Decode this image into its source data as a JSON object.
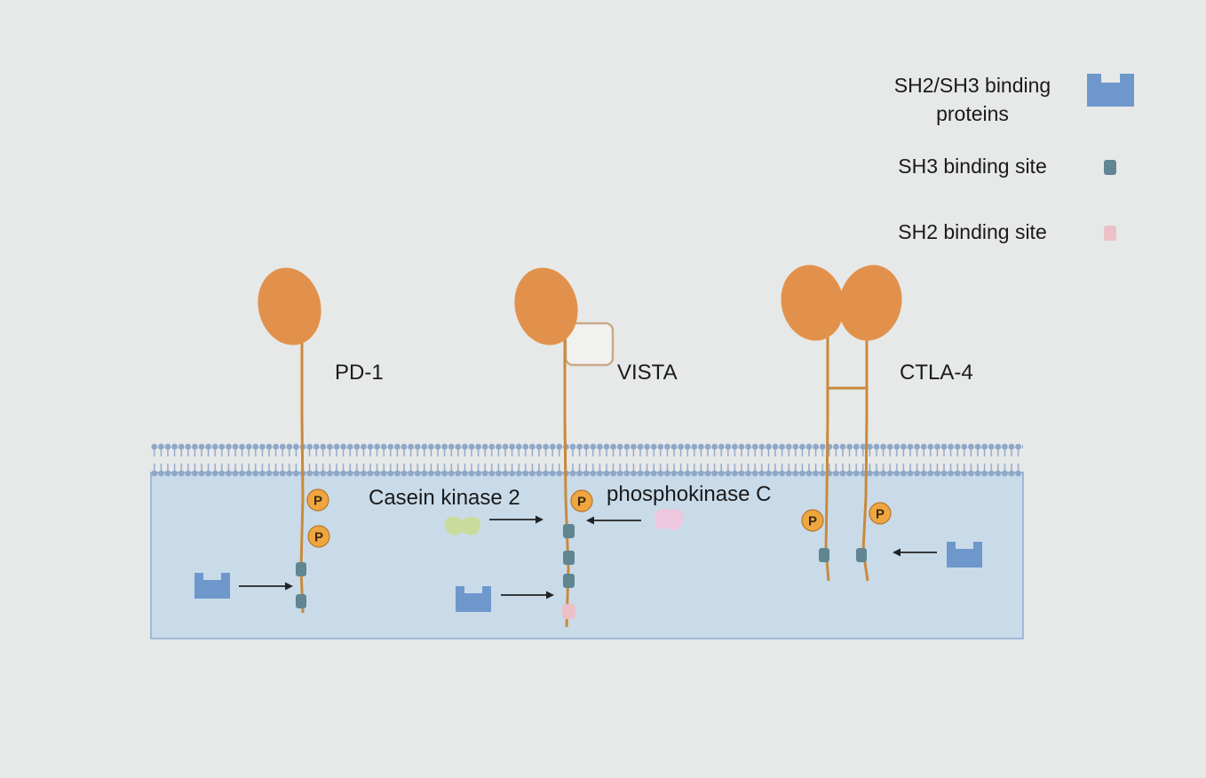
{
  "legend": {
    "binding_proteins": "SH2/SH3 binding\nproteins",
    "sh3_site": "SH3 binding site",
    "sh2_site": "SH2 binding site"
  },
  "receptors": {
    "pd1": "PD-1",
    "vista": "VISTA",
    "ctla4": "CTLA-4"
  },
  "kinases": {
    "casein_kinase": "Casein kinase 2",
    "phosphokinase": "phosphokinase C"
  },
  "phospho_label": "P",
  "colors": {
    "background": "#e6e9e8",
    "cytoplasm": "#c9dbe9",
    "membrane": "#8fa7c9",
    "receptor_head": "#e2914c",
    "stalk": "#c98a3c",
    "sh3_site": "#5f8692",
    "sh2_site": "#ebc0c6",
    "binding_protein": "#6e98cc",
    "phospho": "#f0a640",
    "casein_kinase": "#c9dc9c",
    "phosphokinase": "#edc7dd"
  }
}
